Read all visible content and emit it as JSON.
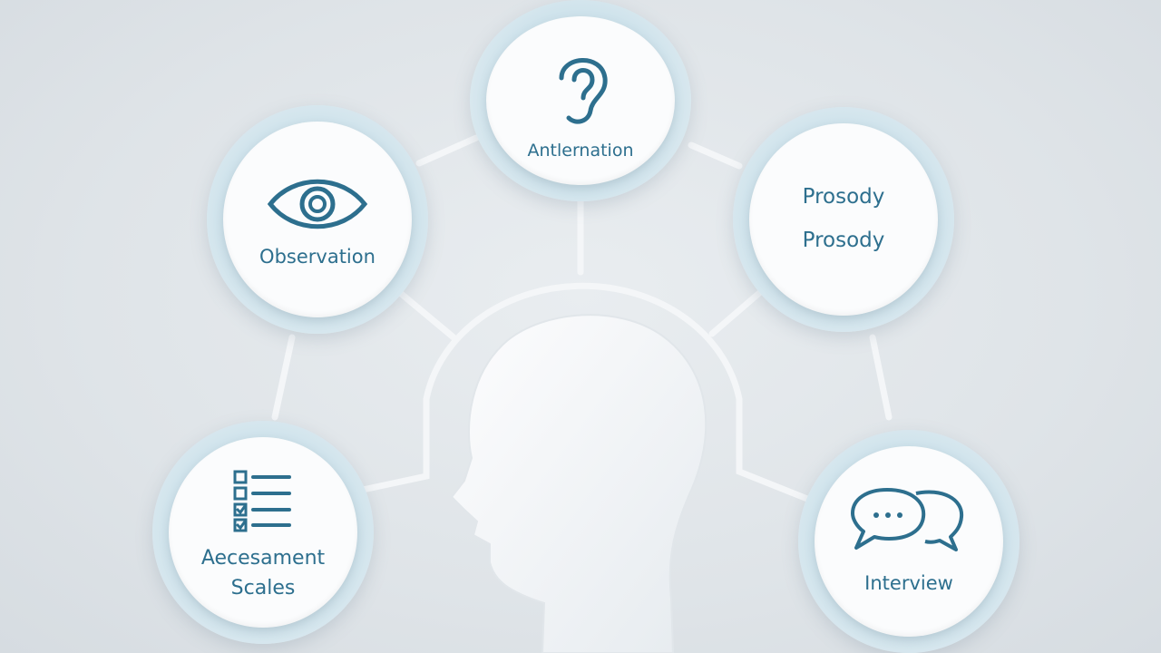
{
  "background_color": "#e3e8ec",
  "accent_color": "#2d6f8e",
  "nodes": {
    "top": {
      "icon": "ear-icon",
      "label": "Antlernation"
    },
    "left": {
      "icon": "eye-icon",
      "label": "Observation"
    },
    "right": {
      "icon": "",
      "label_1": "Prosody",
      "label_2": "Prosody"
    },
    "bottom_left": {
      "icon": "checklist-icon",
      "label_1": "Aecesament",
      "label_2": "Scales"
    },
    "bottom_right": {
      "icon": "chat-bubbles-icon",
      "label": "Interview"
    }
  },
  "center": {
    "icon": "head-profile-icon"
  }
}
